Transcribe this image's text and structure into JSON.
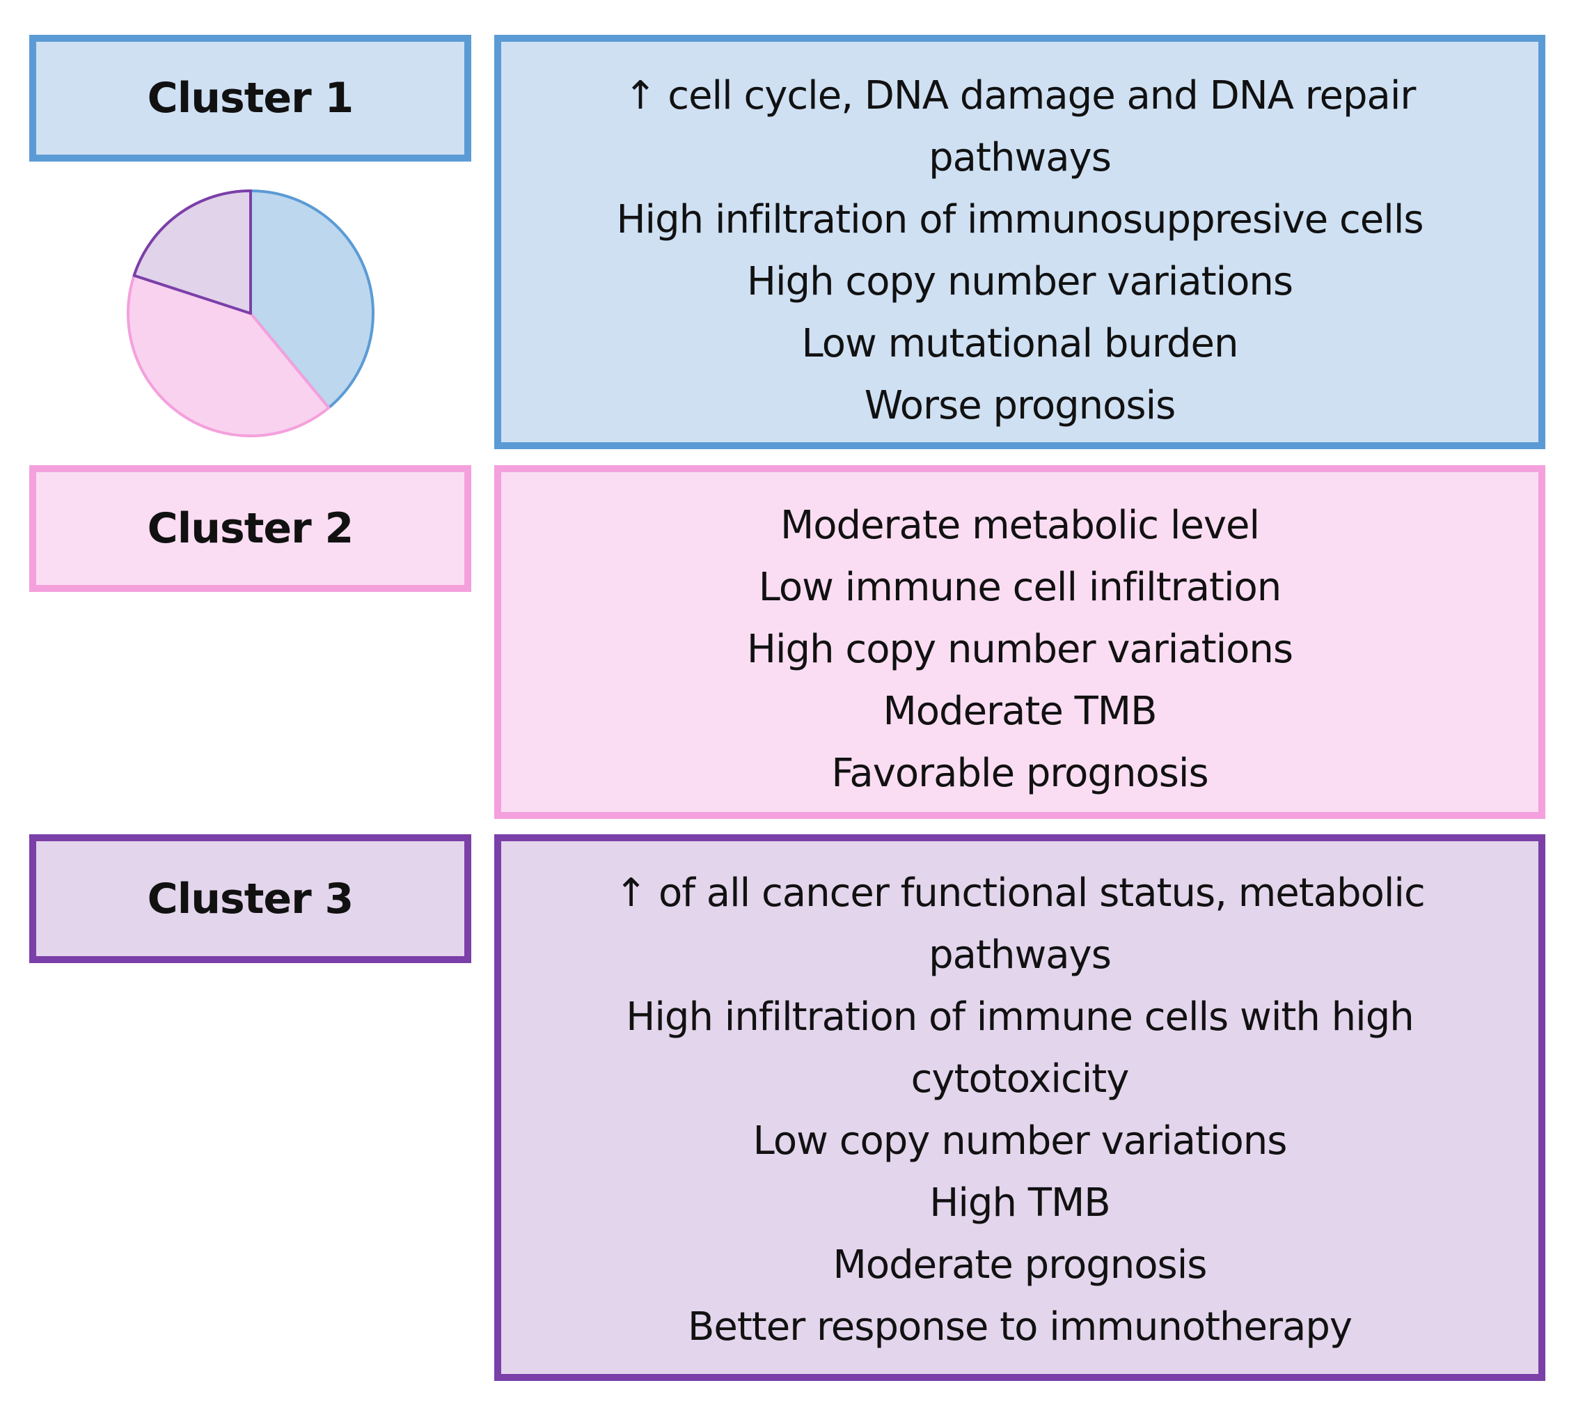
{
  "colors": {
    "cluster1": {
      "border": "#5B9BD5",
      "fill": "#CFE0F3",
      "pie_fill": "#BDD7EE"
    },
    "cluster2": {
      "border": "#F4A0DC",
      "fill": "#FADDF3",
      "pie_fill": "#F8D2EF"
    },
    "cluster3": {
      "border": "#7B3FA8",
      "fill": "#E3D5EC",
      "pie_fill": "#E1D3EA"
    }
  },
  "pie": {
    "slices": [
      {
        "cluster": "cluster1",
        "value": 0.39
      },
      {
        "cluster": "cluster2",
        "value": 0.41
      },
      {
        "cluster": "cluster3",
        "value": 0.2
      }
    ]
  },
  "clusters": [
    {
      "label": "Cluster 1",
      "lines": [
        "↑ cell cycle, DNA damage and DNA repair",
        "pathways",
        "High infiltration of immunosuppresive cells",
        "High copy number variations",
        "Low mutational burden",
        "Worse prognosis"
      ]
    },
    {
      "label": "Cluster 2",
      "lines": [
        "Moderate metabolic level",
        "Low immune cell infiltration",
        "High copy number variations",
        "Moderate TMB",
        "Favorable prognosis"
      ]
    },
    {
      "label": "Cluster 3",
      "lines": [
        "↑ of all cancer functional status, metabolic",
        "pathways",
        "High infiltration of immune cells with high",
        "cytotoxicity",
        "Low copy number variations",
        "High TMB",
        "Moderate prognosis",
        "Better response to immunotherapy"
      ]
    }
  ]
}
